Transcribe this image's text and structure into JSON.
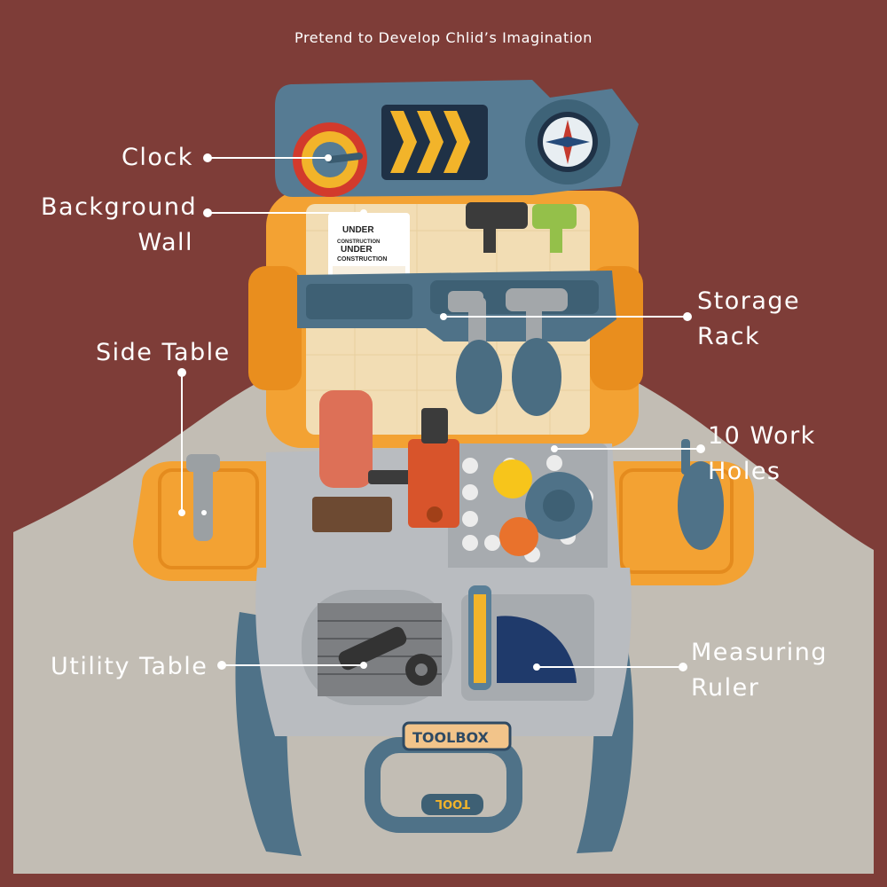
{
  "title": "Pretend to Develop Chlid’s Imagination",
  "labels": {
    "clock": "Clock",
    "background_wall_1": "Background",
    "background_wall_2": "Wall",
    "side_table": "Side Table",
    "storage_rack_1": "Storage",
    "storage_rack_2": "Rack",
    "work_holes_1": "10 Work",
    "work_holes_2": "Holes",
    "utility_table": "Utility Table",
    "measuring_ruler_1": "Measuring",
    "measuring_ruler_2": "Ruler"
  },
  "toy_text": {
    "under_construction_1": "UNDER",
    "under_construction_2": "CONSTRUCTION",
    "toolbox_logo": "TOOLBOX",
    "handle_text": "TOOL"
  },
  "colors": {
    "background_top": "#7e3d38",
    "background_bottom": "#c2bdb4",
    "toy_orange": "#f3a233",
    "toy_blue": "#4f7288",
    "toy_grey": "#b9bcc0"
  }
}
